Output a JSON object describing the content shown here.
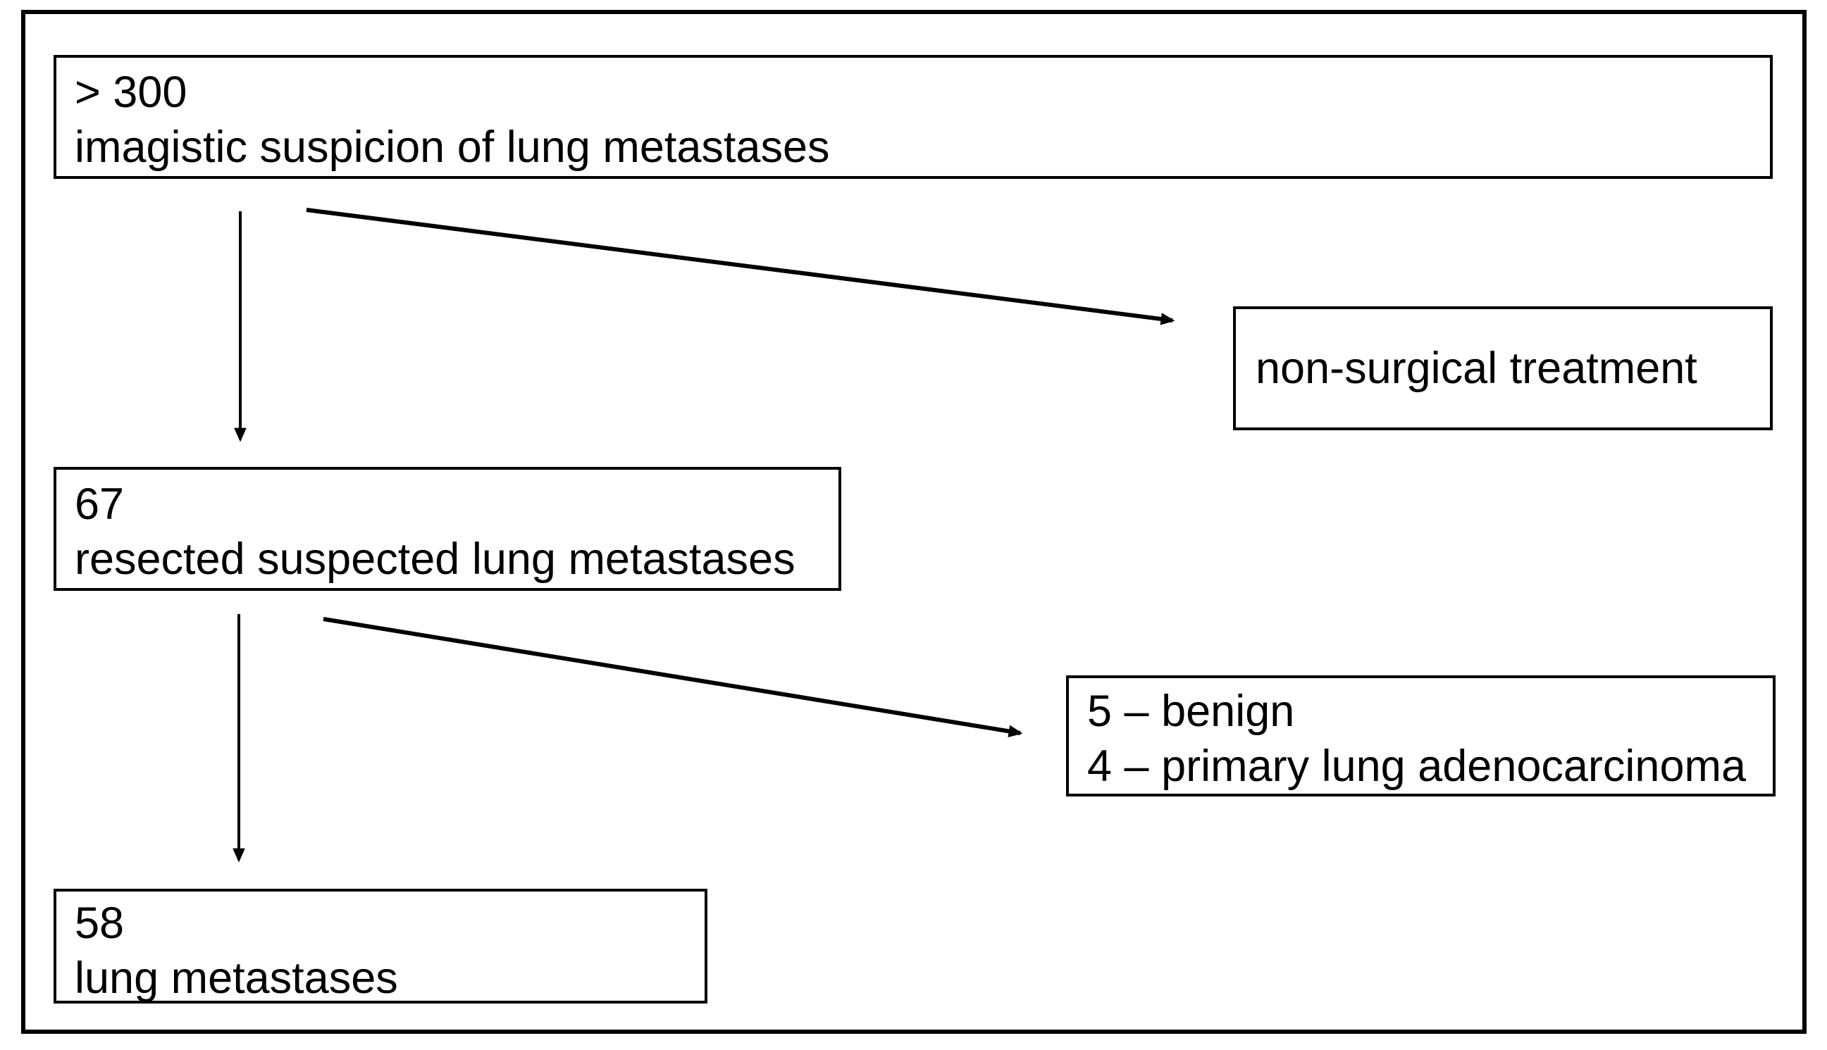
{
  "diagram": {
    "boxes": {
      "suspicion": {
        "count": "> 300",
        "label": "imagistic suspicion of lung metastases"
      },
      "non_surgical": {
        "label": "non-surgical treatment"
      },
      "resected": {
        "count": "67",
        "label": "resected suspected lung metastases"
      },
      "excluded": {
        "line1": "5 – benign",
        "line2": "4 – primary lung adenocarcinoma"
      },
      "metastases": {
        "count": "58",
        "label": "lung metastases"
      }
    },
    "colors": {
      "ink": "#000000",
      "background": "#ffffff"
    }
  }
}
